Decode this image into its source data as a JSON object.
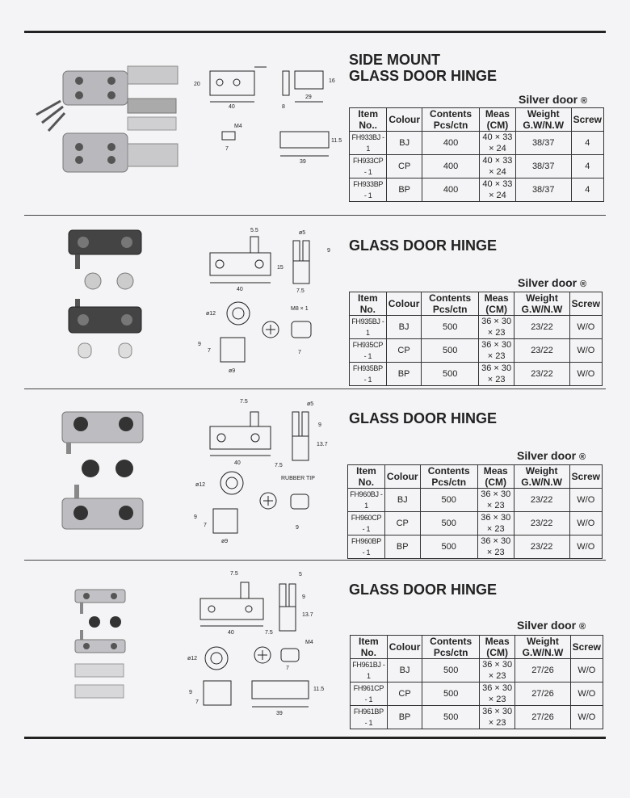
{
  "sections": [
    {
      "title": "SIDE MOUNT\nGLASS DOOR HINGE",
      "brand": "Silver door",
      "brand_mark": "®",
      "headers": [
        "Item No..",
        "Colour",
        "Contents Pcs/ctn",
        "Meas (CM)",
        "Weight G.W/N.W",
        "Screw"
      ],
      "rows": [
        [
          "FH933BJ - 1",
          "BJ",
          "400",
          "40 × 33 × 24",
          "38/37",
          "4"
        ],
        [
          "FH933CP - 1",
          "CP",
          "400",
          "40 × 33 × 24",
          "38/37",
          "4"
        ],
        [
          "FH933BP - 1",
          "BP",
          "400",
          "40 × 33 × 24",
          "38/37",
          "4"
        ]
      ],
      "dims": [
        "20",
        "40",
        "8",
        "29",
        "16",
        "M4",
        "7",
        "39",
        "11.5"
      ]
    },
    {
      "title": "GLASS DOOR HINGE",
      "brand": "Silver door",
      "brand_mark": "®",
      "headers": [
        "Item No.",
        "Colour",
        "Contents Pcs/ctn",
        "Meas (CM)",
        "Weight G.W/N.W",
        "Screw"
      ],
      "rows": [
        [
          "FH935BJ - 1",
          "BJ",
          "500",
          "36 × 30 × 23",
          "23/22",
          "W/O"
        ],
        [
          "FH935CP - 1",
          "CP",
          "500",
          "36 × 30 × 23",
          "23/22",
          "W/O"
        ],
        [
          "FH935BP - 1",
          "BP",
          "500",
          "36 × 30 × 23",
          "23/22",
          "W/O"
        ]
      ],
      "dims": [
        "5.5",
        "ø5",
        "15",
        "40",
        "7.5",
        "9",
        "ø12",
        "M8 × 1",
        "9",
        "7",
        "ø9",
        "7"
      ]
    },
    {
      "title": "GLASS DOOR HINGE",
      "brand": "Silver door",
      "brand_mark": "®",
      "headers": [
        "Item No.",
        "Colour",
        "Contents Pcs/ctn",
        "Meas (CM)",
        "Weight G.W/N.W",
        "Screw"
      ],
      "rows": [
        [
          "FH960BJ - 1",
          "BJ",
          "500",
          "36 × 30 × 23",
          "23/22",
          "W/O"
        ],
        [
          "FH960CP - 1",
          "CP",
          "500",
          "36 × 30 × 23",
          "23/22",
          "W/O"
        ],
        [
          "FH960BP - 1",
          "BP",
          "500",
          "36 × 30 × 23",
          "23/22",
          "W/O"
        ]
      ],
      "dims": [
        "7.5",
        "ø5",
        "40",
        "7.5",
        "13.7",
        "9",
        "ø12",
        "RUBBER TIP",
        "9",
        "7",
        "ø9",
        "9"
      ]
    },
    {
      "title": "GLASS DOOR HINGE",
      "brand": "Silver door",
      "brand_mark": "®",
      "headers": [
        "Item No.",
        "Colour",
        "Contents Pcs/ctn",
        "Meas (CM)",
        "Weight G.W/N.W",
        "Screw"
      ],
      "rows": [
        [
          "FH961BJ - 1",
          "BJ",
          "500",
          "36 × 30 × 23",
          "27/26",
          "W/O"
        ],
        [
          "FH961CP - 1",
          "CP",
          "500",
          "36 × 30 × 23",
          "27/26",
          "W/O"
        ],
        [
          "FH961BP - 1",
          "BP",
          "500",
          "36 × 30 × 23",
          "27/26",
          "W/O"
        ]
      ],
      "dims": [
        "7.5",
        "5",
        "40",
        "7.5",
        "13.7",
        "9",
        "ø12",
        "M4",
        "7",
        "9",
        "7",
        "39",
        "11.5"
      ]
    }
  ]
}
